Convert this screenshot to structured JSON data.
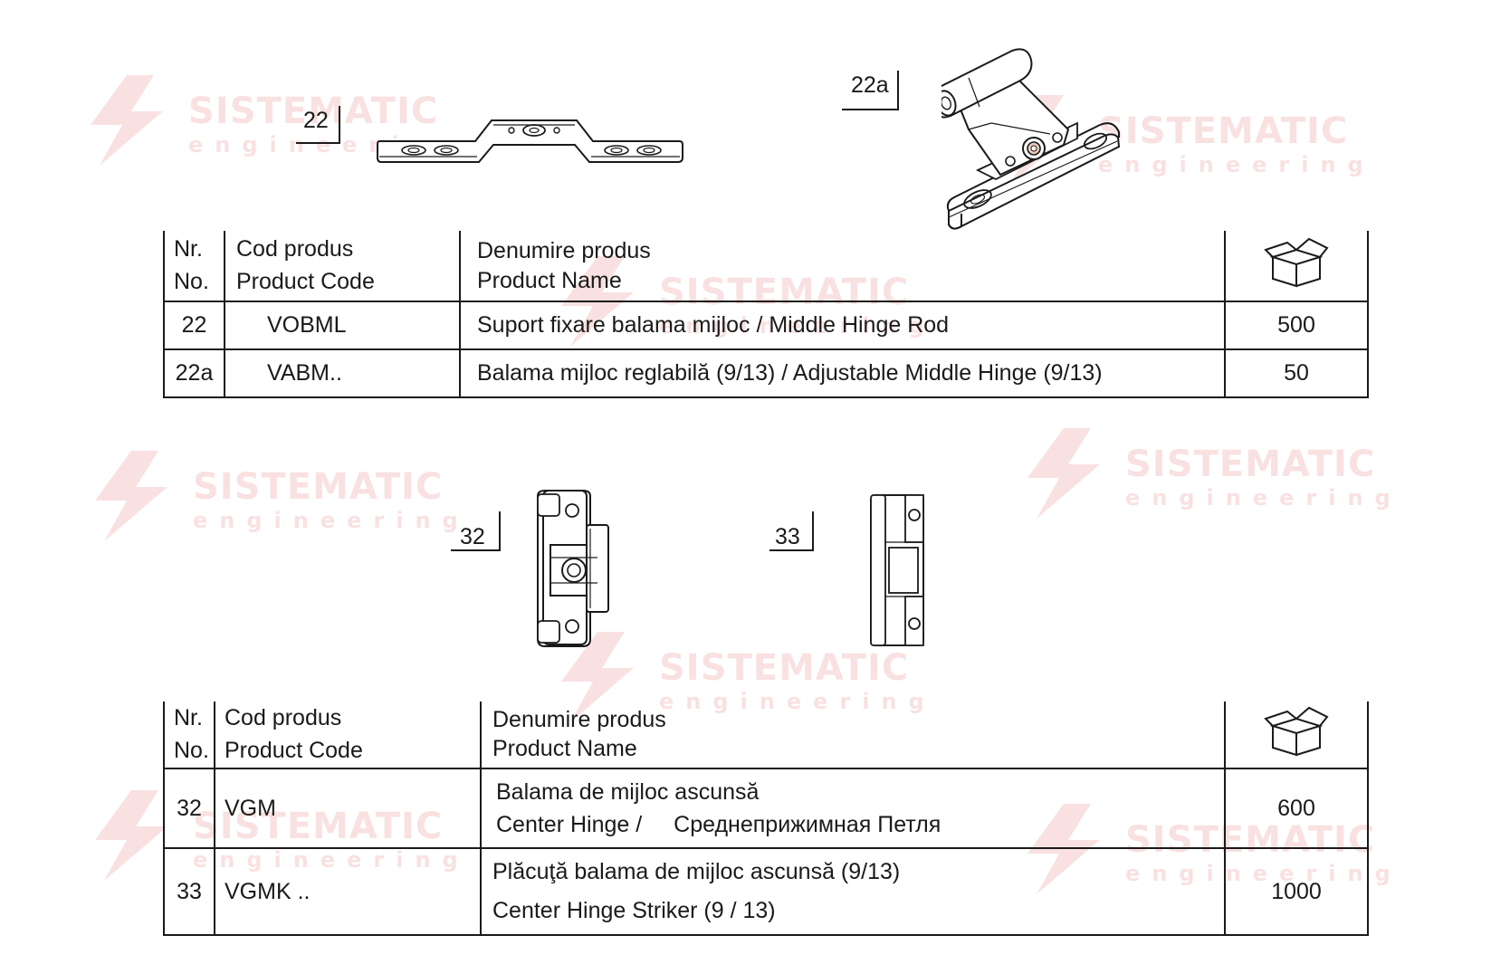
{
  "watermark": {
    "brand": "SISTEMATIC",
    "tagline": "engineering"
  },
  "section1": {
    "callouts": [
      {
        "label": "22"
      },
      {
        "label": "22a"
      }
    ],
    "headers": {
      "nr_ro": "Nr.",
      "nr_en": "No.",
      "code_ro": "Cod produs",
      "code_en": "Product Code",
      "name_ro": "Denumire produs",
      "name_en": "Product Name",
      "qty_icon": "open-box-icon"
    },
    "rows": [
      {
        "nr": "22",
        "code": "VOBML",
        "name": "Suport fixare balama mijloc / Middle Hinge Rod",
        "qty": "500"
      },
      {
        "nr": "22a",
        "code": "VABM..",
        "name": "Balama mijloc reglabilă (9/13) / Adjustable Middle Hinge (9/13)",
        "qty": "50"
      }
    ]
  },
  "section2": {
    "callouts": [
      {
        "label": "32"
      },
      {
        "label": "33"
      }
    ],
    "headers": {
      "nr_ro": "Nr.",
      "nr_en": "No.",
      "code_ro": "Cod produs",
      "code_en": "Product Code",
      "name_ro": "Denumire produs",
      "name_en": "Product Name",
      "qty_icon": "open-box-icon"
    },
    "rows": [
      {
        "nr": "32",
        "code": "VGM",
        "name_line1": "Balama de mijloc ascunsă",
        "name_line2a": "Center Hinge /",
        "name_line2b": "Среднеприжимная Петля",
        "qty": "600"
      },
      {
        "nr": "33",
        "code": "VGMK ..",
        "name_line1": "Plăcuţă balama de mijloc ascunsă (9/13)",
        "name_line2": "Center Hinge Striker (9 / 13)",
        "qty": "1000"
      }
    ]
  }
}
